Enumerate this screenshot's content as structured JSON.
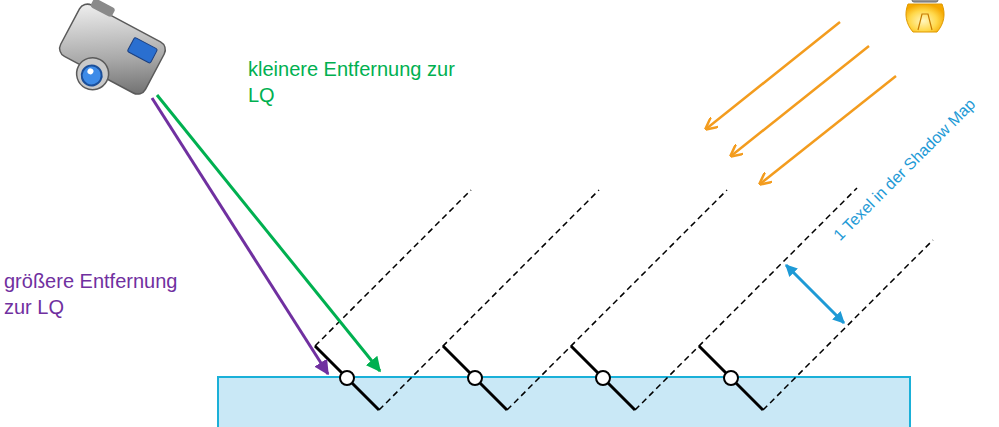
{
  "diagram": {
    "labels": [
      "kleinere Entfernung zur LQ",
      "größere Entfernung zur LQ",
      "1 Texel in der Shadow Map"
    ]
  }
}
